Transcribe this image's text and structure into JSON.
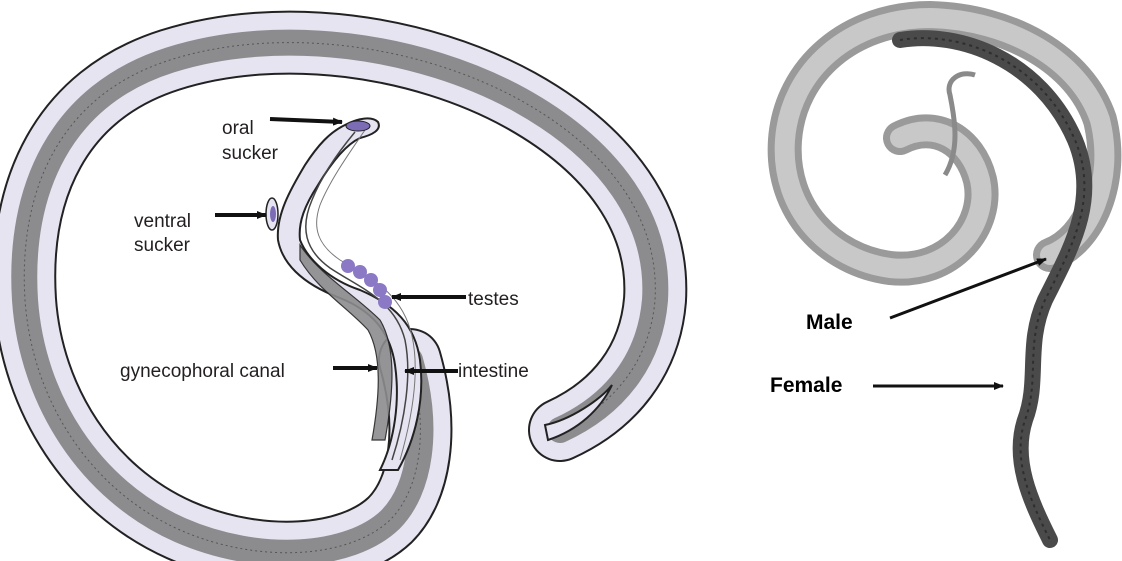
{
  "diagram": {
    "labels": {
      "oral_sucker": [
        "oral",
        "sucker"
      ],
      "ventral_sucker": [
        "ventral",
        "sucker"
      ],
      "testes": "testes",
      "gynecophoral_canal": "gynecophoral canal",
      "intestine": "intestine"
    }
  },
  "photo": {
    "labels": {
      "male": "Male",
      "female": "Female"
    }
  },
  "colors": {
    "body_fill": "#e6e4f1",
    "intestine_band": "#8c8c8e",
    "outline": "#222222",
    "testes": "#8b79c5",
    "ventral_sucker": "#7c6cb6",
    "photo_male": "#9a9a9a",
    "photo_female": "#4a4a4a"
  }
}
